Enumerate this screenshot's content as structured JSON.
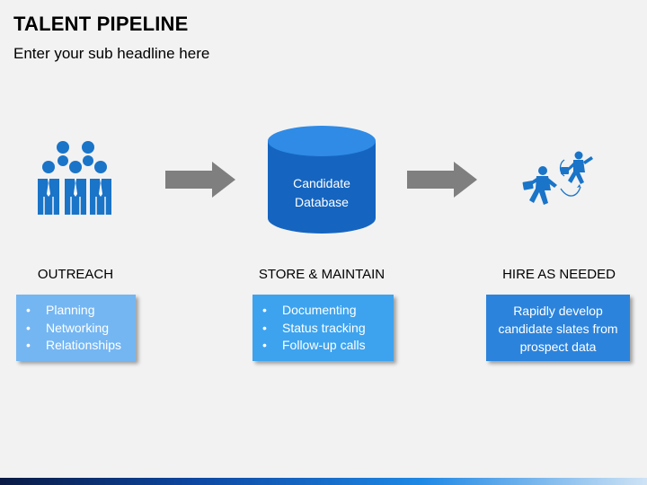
{
  "header": {
    "title": "TALENT PIPELINE",
    "subtitle": "Enter your sub headline here"
  },
  "database": {
    "line1": "Candidate",
    "line2": "Database"
  },
  "stages": [
    {
      "label": "OUTREACH",
      "items": [
        "Planning",
        "Networking",
        "Relationships"
      ]
    },
    {
      "label": "STORE & MAINTAIN",
      "items": [
        "Documenting",
        "Status tracking",
        "Follow-up calls"
      ]
    },
    {
      "label": "HIRE AS NEEDED",
      "description": [
        "Rapidly develop",
        "candidate slates from",
        "prospect data"
      ]
    }
  ],
  "colors": {
    "icon_blue": "#1a74c8",
    "cylinder_blue": "#1565c0",
    "arrow_gray": "#7f7f7f",
    "box_light": "#74b6f2",
    "box_mid": "#3da3ee",
    "box_dark": "#2b83dc"
  }
}
